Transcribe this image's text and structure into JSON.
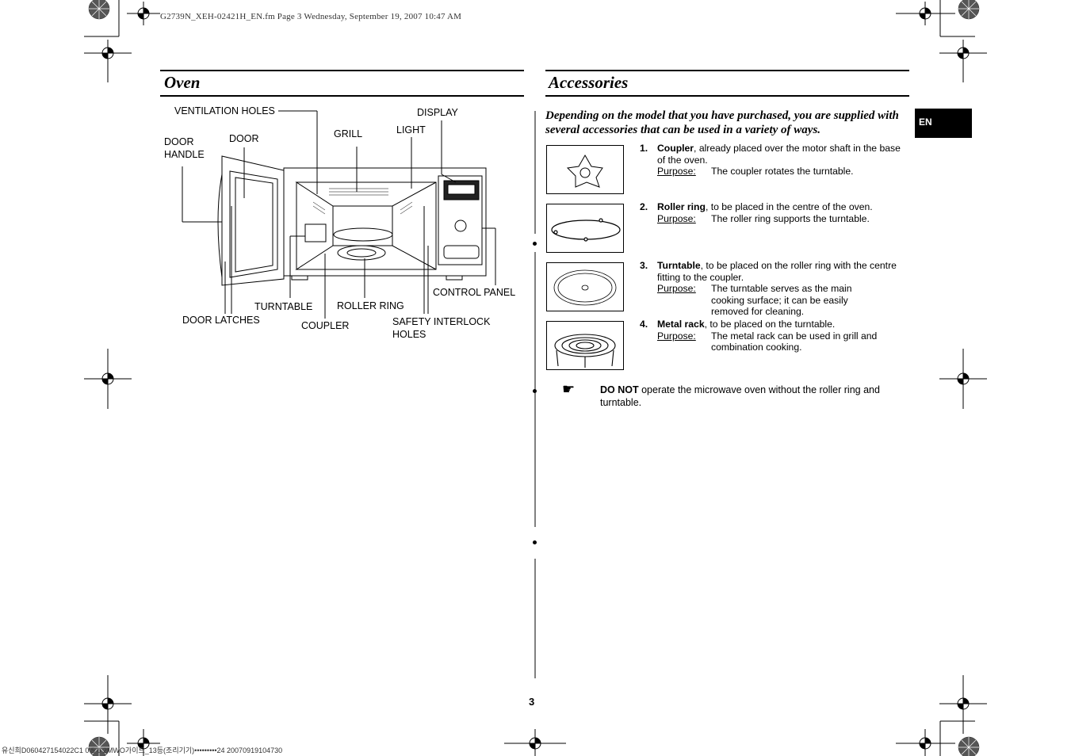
{
  "header": {
    "file_info": "G2739N_XEH-02421H_EN.fm  Page 3  Wednesday, September 19, 2007  10:47 AM"
  },
  "footer": {
    "print_info": "유신희D060427154022C1 0 5 0 2MWO가이드_13등(조리기기)•••••••••24 20070919104730"
  },
  "oven": {
    "title": "Oven",
    "labels": {
      "ventilation_holes": "VENTILATION HOLES",
      "display": "DISPLAY",
      "door": "DOOR",
      "grill": "GRILL",
      "light": "LIGHT",
      "door_handle_1": "DOOR",
      "door_handle_2": "HANDLE",
      "control_panel": "CONTROL PANEL",
      "turntable": "TURNTABLE",
      "roller_ring": "ROLLER RING",
      "door_latches": "DOOR LATCHES",
      "coupler": "COUPLER",
      "safety_1": "SAFETY INTERLOCK",
      "safety_2": "HOLES"
    }
  },
  "accessories": {
    "title": "Accessories",
    "intro": "Depending on the model that you have purchased, you are supplied with several accessories that can be used in a variety of ways.",
    "purpose_label": "Purpose:",
    "items": [
      {
        "num": "1.",
        "name": "Coupler",
        "desc": ", already placed over the motor shaft in the base of the oven.",
        "purpose": "The coupler rotates the turntable.",
        "icon": "coupler-icon"
      },
      {
        "num": "2.",
        "name": "Roller ring",
        "desc": ", to be placed in the centre of the oven.",
        "purpose": "The roller ring supports the turntable.",
        "icon": "roller-ring-icon"
      },
      {
        "num": "3.",
        "name": "Turntable",
        "desc": ", to be placed on the roller ring with the centre fitting to the coupler.",
        "purpose": "The turntable serves as the main cooking surface; it can be easily removed for cleaning.",
        "icon": "turntable-icon"
      },
      {
        "num": "4.",
        "name": "Metal rack",
        "desc": ", to be placed on the turntable.",
        "purpose": "The metal rack can be used in grill and combination cooking.",
        "icon": "metal-rack-icon"
      }
    ],
    "warning": {
      "bold": "DO NOT",
      "text": " operate the microwave oven without the roller ring and turntable.",
      "icon": "pointing-hand-icon"
    }
  },
  "language_tab": "EN",
  "page_number": "3"
}
